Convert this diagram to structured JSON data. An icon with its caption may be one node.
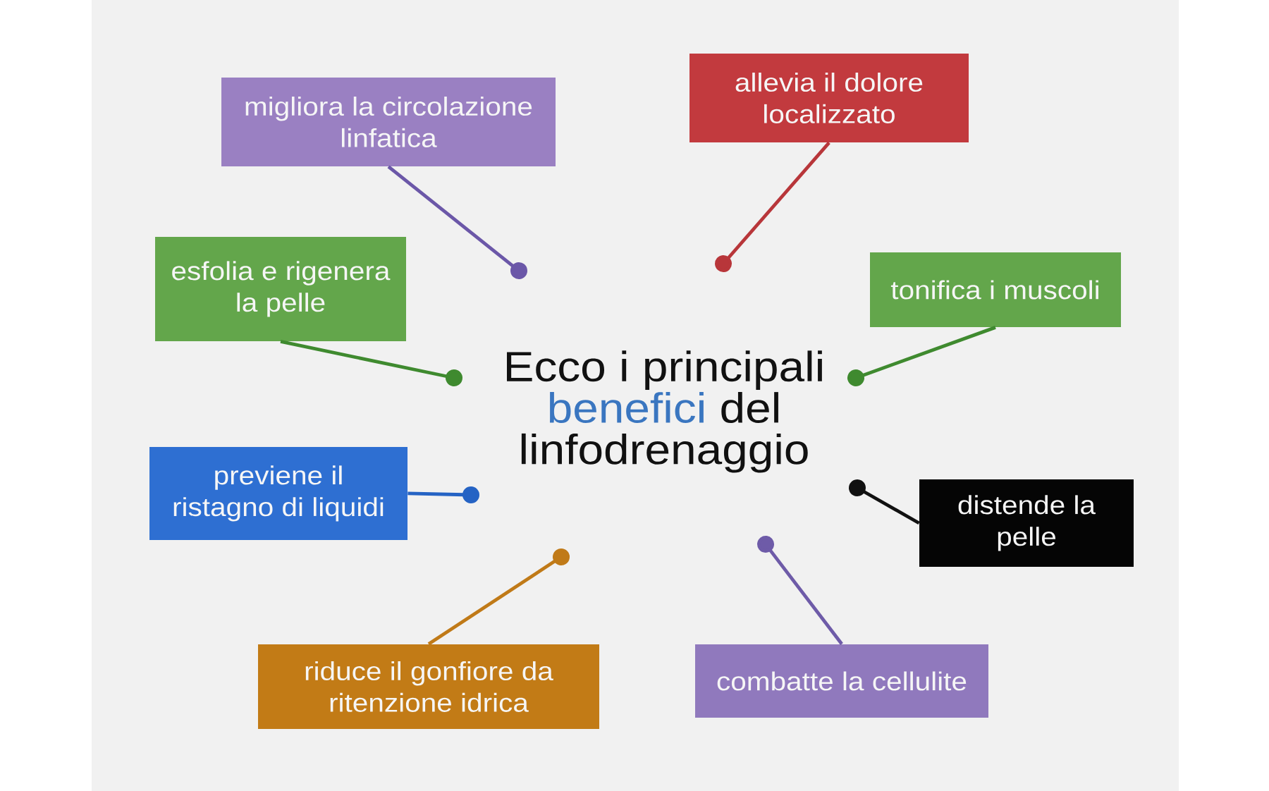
{
  "diagram": {
    "title": "Ecco i principali benefici del linfodrenaggio",
    "nodes": [
      {
        "text": [
          "migliora la circolazione linfatica"
        ]
      },
      {
        "text": [
          "allevia il dolore localizzato"
        ]
      },
      {
        "text": [
          "esfolia e rigenera la pelle"
        ]
      },
      {
        "text": [
          "tonifica i muscoli"
        ]
      },
      {
        "text": [
          "previene il ristagno di liquidi"
        ]
      },
      {
        "text": [
          "distende la pelle"
        ]
      },
      {
        "text": [
          "riduce il gonfiore da ritenzione idrica"
        ]
      },
      {
        "text": [
          "combatte la cellulite"
        ]
      }
    ],
    "edges": [
      {
        "from": 0,
        "to": null,
        "arrow": "other",
        "color": "#6b57a8"
      },
      {
        "from": 1,
        "to": null,
        "arrow": "other",
        "color": "#b8363a"
      },
      {
        "from": 2,
        "to": null,
        "arrow": "other",
        "color": "#3f8a2f"
      },
      {
        "from": 3,
        "to": null,
        "arrow": "other",
        "color": "#3f8a2f"
      },
      {
        "from": 4,
        "to": null,
        "arrow": "other",
        "color": "#2563c4"
      },
      {
        "from": 5,
        "to": null,
        "arrow": "other",
        "color": "#111111"
      },
      {
        "from": 6,
        "to": null,
        "arrow": "other",
        "color": "#c07a18"
      },
      {
        "from": 7,
        "to": null,
        "arrow": "other",
        "color": "#6e5ba8"
      }
    ]
  }
}
